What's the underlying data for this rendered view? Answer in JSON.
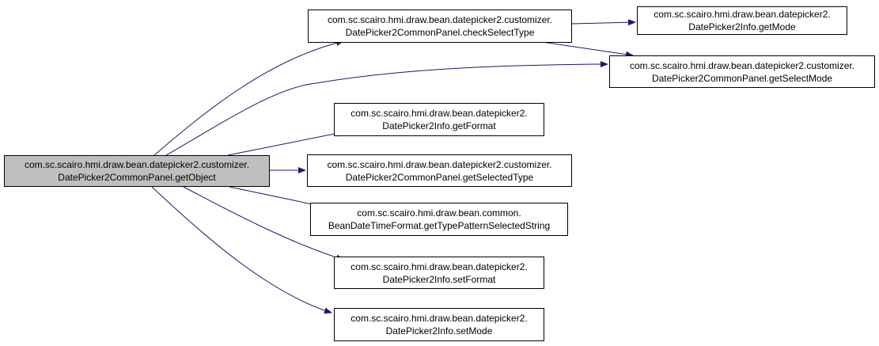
{
  "colors": {
    "edge": "#191970",
    "root_fill": "#bfbfbf",
    "node_fill": "#ffffff",
    "border": "#000000"
  },
  "nodes": {
    "root": {
      "line1": "com.sc.scairo.hmi.draw.bean.datepicker2.customizer.",
      "line2": "DatePicker2CommonPanel.getObject"
    },
    "check": {
      "line1": "com.sc.scairo.hmi.draw.bean.datepicker2.customizer.",
      "line2": "DatePicker2CommonPanel.checkSelectType"
    },
    "getmode": {
      "line1": "com.sc.scairo.hmi.draw.bean.datepicker2.",
      "line2": "DatePicker2Info.getMode"
    },
    "getselectmode": {
      "line1": "com.sc.scairo.hmi.draw.bean.datepicker2.customizer.",
      "line2": "DatePicker2CommonPanel.getSelectMode"
    },
    "getformat": {
      "line1": "com.sc.scairo.hmi.draw.bean.datepicker2.",
      "line2": "DatePicker2Info.getFormat"
    },
    "getselectedtype": {
      "line1": "com.sc.scairo.hmi.draw.bean.datepicker2.customizer.",
      "line2": "DatePicker2CommonPanel.getSelectedType"
    },
    "typepattern": {
      "line1": "com.sc.scairo.hmi.draw.bean.common.",
      "line2": "BeanDateTimeFormat.getTypePatternSelectedString"
    },
    "setformat": {
      "line1": "com.sc.scairo.hmi.draw.bean.datepicker2.",
      "line2": "DatePicker2Info.setFormat"
    },
    "setmode": {
      "line1": "com.sc.scairo.hmi.draw.bean.datepicker2.",
      "line2": "DatePicker2Info.setMode"
    }
  }
}
